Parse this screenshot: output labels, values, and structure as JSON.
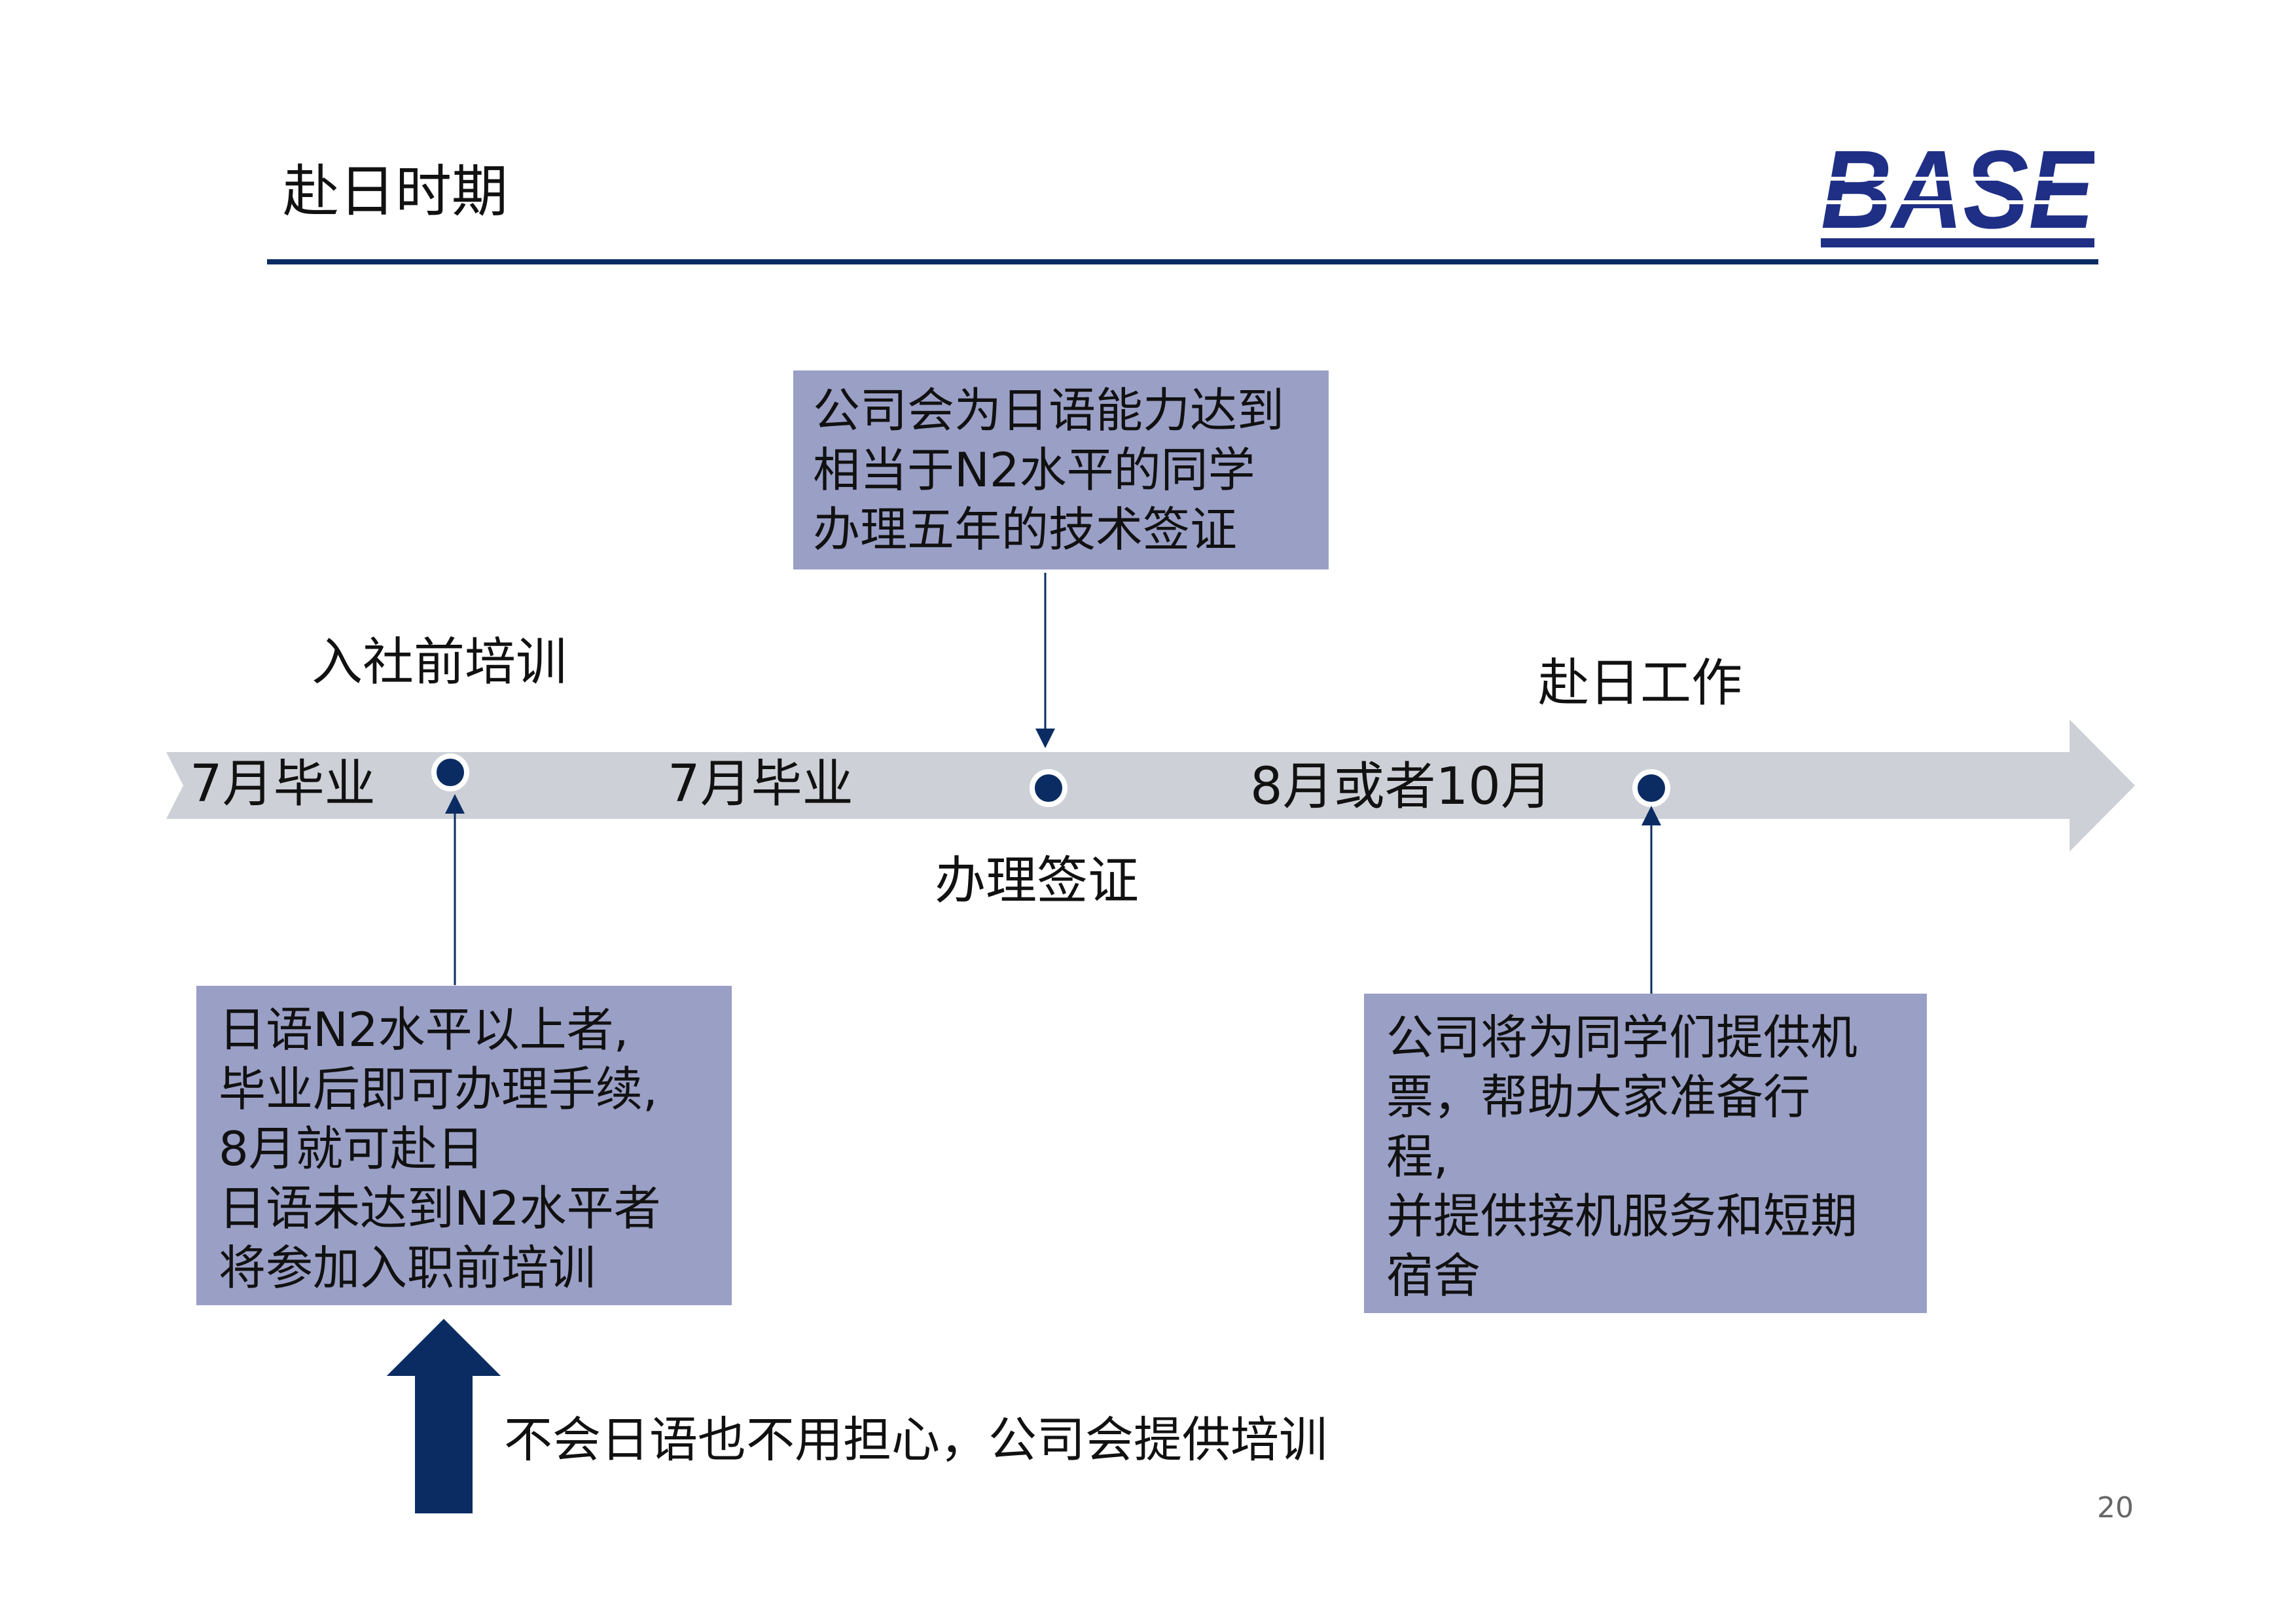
{
  "header": {
    "title": "赴日时期",
    "logo_text": "BASE"
  },
  "timeline": {
    "stages": [
      {
        "id": "training",
        "label": "入社前培训"
      },
      {
        "id": "visa",
        "label": "办理签证"
      },
      {
        "id": "work",
        "label": "赴日工作"
      }
    ],
    "date_labels": [
      "7月毕业",
      "7月毕业",
      "8月或者10月"
    ]
  },
  "boxes": {
    "visa_info": "公司会为日语能力达到\n相当于N2水平的同学\n办理五年的技术签证",
    "n2_info": "日语N2水平以上者,\n毕业后即可办理手续,\n8月就可赴日\n日语未达到N2水平者\n将参加入职前培训",
    "flight_info": "公司将为同学们提供机\n票，帮助大家准备行\n程,\n并提供接机服务和短期\n宿舍"
  },
  "note": {
    "text": "不会日语也不用担心，公司会提供培训"
  },
  "footer": {
    "page_number": "20"
  },
  "colors": {
    "navy": "#0b2c63",
    "box_fill": "#9a9fc6",
    "timeline_band": "#cdd0d6",
    "logo": "#1f2f86"
  }
}
